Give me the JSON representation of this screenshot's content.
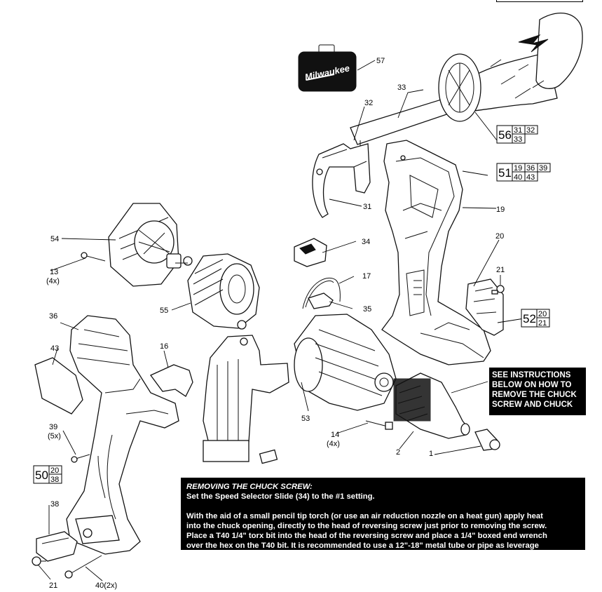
{
  "brand": {
    "logo_text": "Milwaukee"
  },
  "callouts": [
    {
      "id": "c57",
      "label": "57"
    },
    {
      "id": "c33",
      "label": "33"
    },
    {
      "id": "c32",
      "label": "32"
    },
    {
      "id": "c31",
      "label": "31"
    },
    {
      "id": "c54",
      "label": "54"
    },
    {
      "id": "c13",
      "label": "13"
    },
    {
      "id": "c13q",
      "label": "(4x)"
    },
    {
      "id": "c55",
      "label": "55"
    },
    {
      "id": "c34",
      "label": "34"
    },
    {
      "id": "c17",
      "label": "17"
    },
    {
      "id": "c35",
      "label": "35"
    },
    {
      "id": "c19",
      "label": "19"
    },
    {
      "id": "c20",
      "label": "20"
    },
    {
      "id": "c21a",
      "label": "21"
    },
    {
      "id": "c36",
      "label": "36"
    },
    {
      "id": "c43",
      "label": "43"
    },
    {
      "id": "c16",
      "label": "16"
    },
    {
      "id": "c53",
      "label": "53"
    },
    {
      "id": "c14",
      "label": "14"
    },
    {
      "id": "c14q",
      "label": "(4x)"
    },
    {
      "id": "c2",
      "label": "2"
    },
    {
      "id": "c1",
      "label": "1"
    },
    {
      "id": "c39",
      "label": "39"
    },
    {
      "id": "c39q",
      "label": "(5x)"
    },
    {
      "id": "c38",
      "label": "38"
    },
    {
      "id": "c21b",
      "label": "21"
    },
    {
      "id": "c40",
      "label": "40(2x)"
    }
  ],
  "assembly_boxes": {
    "b56": {
      "main": "56",
      "subs": [
        "31",
        "32",
        "33"
      ]
    },
    "b51": {
      "main": "51",
      "subs": [
        "19",
        "36",
        "39",
        "40",
        "43"
      ]
    },
    "b52": {
      "main": "52",
      "subs": [
        "20",
        "21"
      ]
    },
    "b50": {
      "main": "50",
      "subs": [
        "20",
        "38"
      ]
    }
  },
  "see_instructions": {
    "lines": [
      "SEE  INSTRUCTIONS",
      "BELOW ON HOW TO",
      "REMOVE THE CHUCK",
      "SCREW AND CHUCK"
    ]
  },
  "instructions": {
    "title": "REMOVING THE CHUCK SCREW:",
    "line1": "Set the Speed Selector Slide (34) to the #1 setting.",
    "para2": [
      "With the aid of a small pencil tip torch (or use an air reduction nozzle on a heat gun) apply heat",
      "into the chuck opening, directly to the head of reversing screw just prior to removing the screw.",
      "Place a T40 1/4\" torx bit into the head of the reversing screw and place a 1/4\" boxed end wrench",
      "over the hex on the T40 bit. It is recommended to use a 12\"-18\" metal tube or pipe as leverage"
    ]
  }
}
